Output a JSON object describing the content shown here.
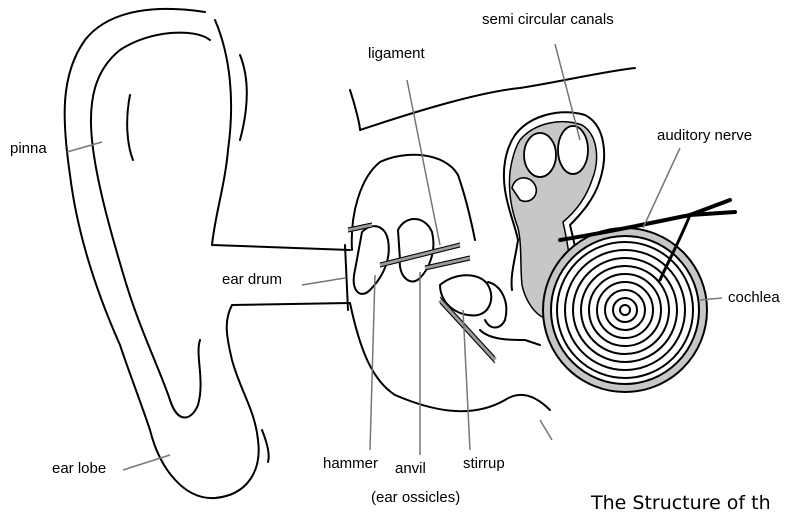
{
  "labels": {
    "semi_circular_canals": "semi circular canals",
    "ligament": "ligament",
    "auditory_nerve": "auditory nerve",
    "pinna": "pinna",
    "ear_drum": "ear drum",
    "cochlea": "cochlea",
    "ear_lobe": "ear lobe",
    "hammer": "hammer",
    "anvil": "anvil",
    "stirrup": "stirrup",
    "ear_ossicles": "(ear ossicles)"
  },
  "caption": "The Structure of th",
  "colors": {
    "line": "#000000",
    "fill_grey": "#c7c7c7",
    "leader": "#777777",
    "ligament_hatch": "#9a9a9a"
  }
}
